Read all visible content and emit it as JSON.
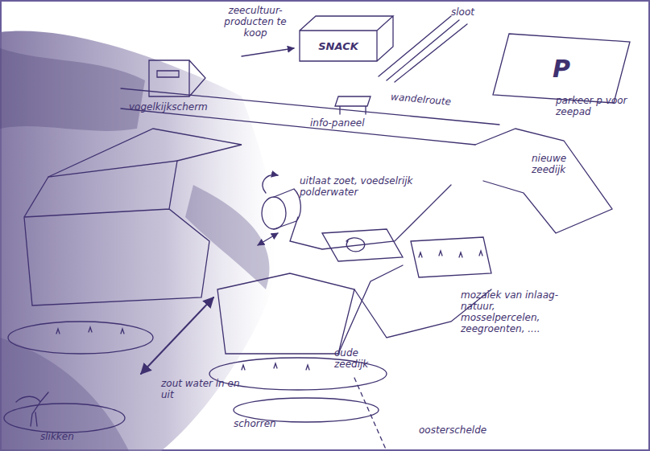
{
  "diagram": {
    "nodes": [
      {
        "text": [
          "SNACK"
        ]
      },
      {
        "text": [
          "P"
        ]
      }
    ],
    "labels": [
      "zeecultuur- producten te koop",
      "sloot",
      "parkeer p voor zeepad",
      "vogelkijkscherm",
      "wandelroute",
      "info-paneel",
      "uitlaat zoet, voedselrijk polderwater",
      "nieuwe zeedijk",
      "mozaïek van inlaag-natuur, mosselpercelen, zeegroenten, ....",
      "oude zeedijk",
      "zout water in en uit",
      "schorren",
      "slikken",
      "oosterschelde"
    ]
  }
}
